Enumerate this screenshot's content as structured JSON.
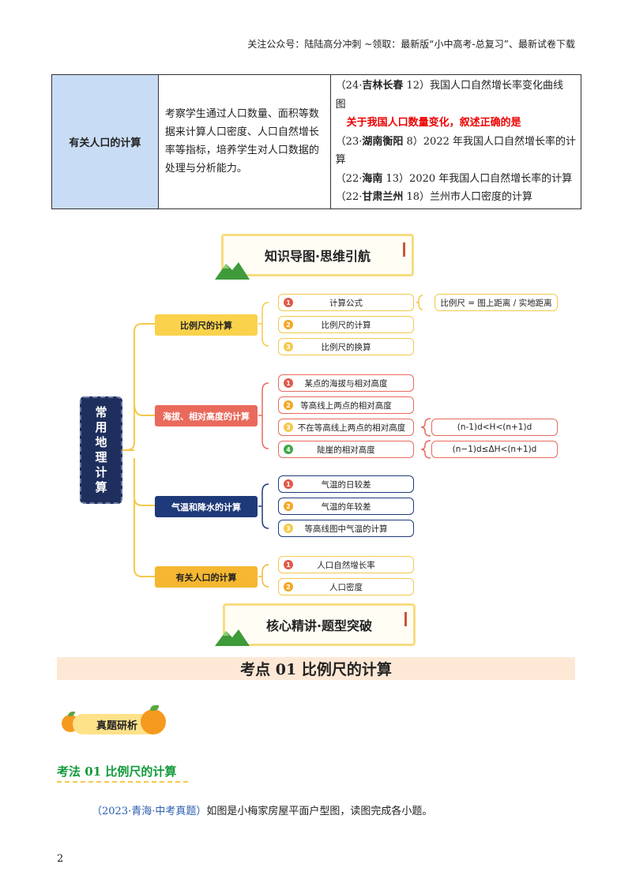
{
  "header": {
    "text": "关注公众号：陆陆高分冲刺  ~领取：最新版“小中高考-总复习”、最新试卷下载"
  },
  "table": {
    "topic": "有关人口的计算",
    "requirement": "考察学生通过人口数量、面积等数据来计算人口密度、人口自然增长率等指标，培养学生对人口数据的处理与分析能力。",
    "items": [
      {
        "pre": "（24·",
        "src": "吉林长春",
        "post": " 12）我国人口自然增长率变化曲线"
      },
      {
        "pre": "图",
        "src": "",
        "post": ""
      },
      {
        "pre": "",
        "src": "",
        "post": "",
        "red": "关于我国人口数量变化，叙述正确的是"
      },
      {
        "pre": "（23·",
        "src": "湖南衡阳",
        "post": " 8）2022 年我国人口自然增长率的计"
      },
      {
        "pre": "算",
        "src": "",
        "post": ""
      },
      {
        "pre": "（22·",
        "src": "海南",
        "post": " 13）2020 年我国人口自然增长率的计算"
      },
      {
        "pre": "（22·",
        "src": "甘肃兰州",
        "post": " 18）兰州市人口密度的计算"
      }
    ]
  },
  "banner1": "知识导图·思维引航",
  "banner2": "核心精讲·题型突破",
  "mindmap": {
    "root": [
      "常",
      "用",
      "地",
      "理",
      "计",
      "算"
    ],
    "colors": {
      "yellow": "#fad24b",
      "red": "#e96a5c",
      "navy": "#1f3a7a",
      "orange": "#f5b731"
    },
    "cat1": "比例尺的计算",
    "cat1_items": [
      "计算公式",
      "比例尺的计算",
      "比例尺的换算"
    ],
    "formula": "比例尺 = 图上距离 / 实地距离",
    "cat2": "海拔、相对高度的计算",
    "cat2_items": [
      "某点的海拔与相对高度",
      "等高线上两点的相对高度",
      "不在等高线上两点的相对高度",
      "陡崖的相对高度"
    ],
    "f2a": "(n-1)d<H<(n+1)d",
    "f2b": "(n−1)d≤ΔH<(n+1)d",
    "cat3": "气温和降水的计算",
    "cat3_items": [
      "气温的日较差",
      "气温的年较差",
      "等高线图中气温的计算"
    ],
    "cat4": "有关人口的计算",
    "cat4_items": [
      "人口自然增长率",
      "人口密度"
    ],
    "nums": [
      "1",
      "2",
      "3",
      "4"
    ]
  },
  "section_title": "考点 01    比例尺的计算",
  "pill": "真题研析",
  "method": "考法 01    比例尺的计算",
  "question": {
    "source": "（2023·青海·中考真题）",
    "text": "如图是小梅家房屋平面户型图，读图完成各小题。"
  },
  "page_number": "2"
}
